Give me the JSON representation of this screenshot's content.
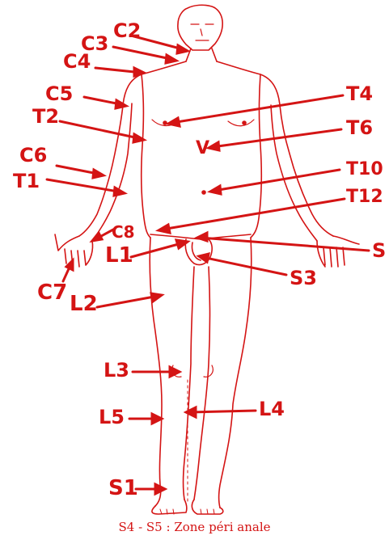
{
  "colors": {
    "ink": "#d41414",
    "background": "#ffffff"
  },
  "labels": {
    "c2": "C2",
    "c3": "C3",
    "c4": "C4",
    "c5": "C5",
    "c6": "C6",
    "c7": "C7",
    "c8": "C8",
    "t1": "T1",
    "t2": "T2",
    "t4": "T4",
    "t6": "T6",
    "t10": "T10",
    "t12": "T12",
    "v": "V",
    "l1": "L1",
    "l2": "L2",
    "l3": "L3",
    "l4": "L4",
    "l5": "L5",
    "s1": "S1",
    "s2": "S",
    "s3": "S3"
  },
  "caption": "S4 - S5 : Zone péri anale"
}
